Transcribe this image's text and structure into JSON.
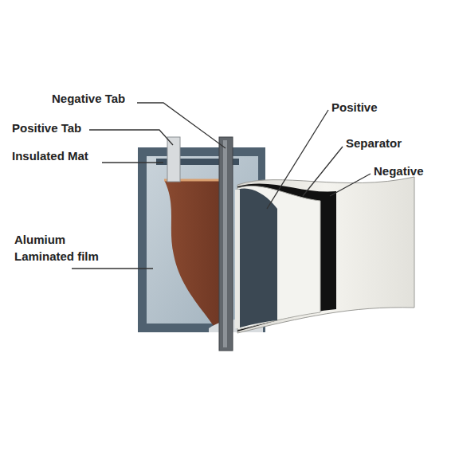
{
  "diagram": {
    "labels": [
      "Negative Tab",
      "Positive Tab",
      "Insulated Mat",
      "Alumium Laminated film",
      "Positive",
      "Separator",
      "Negative"
    ]
  }
}
